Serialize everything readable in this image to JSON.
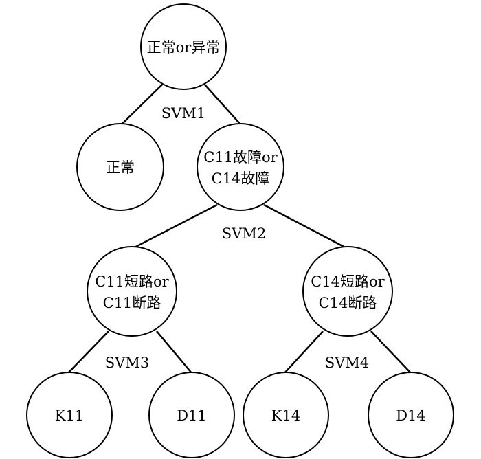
{
  "nodes": {
    "root": {
      "lines": [
        "正常or异常"
      ]
    },
    "normal": {
      "lines": [
        "正常"
      ]
    },
    "c11_c14_fault": {
      "lines": [
        "C11故障or",
        "C14故障"
      ]
    },
    "c11_short_open": {
      "lines": [
        "C11短路or",
        "C11断路"
      ]
    },
    "c14_short_open": {
      "lines": [
        "C14短路or",
        "C14断路"
      ]
    },
    "k11": {
      "lines": [
        "K11"
      ]
    },
    "d11": {
      "lines": [
        "D11"
      ]
    },
    "k14": {
      "lines": [
        "K14"
      ]
    },
    "d14": {
      "lines": [
        "D14"
      ]
    }
  },
  "classifiers": {
    "svm1": "SVM1",
    "svm2": "SVM2",
    "svm3": "SVM3",
    "svm4": "SVM4"
  }
}
